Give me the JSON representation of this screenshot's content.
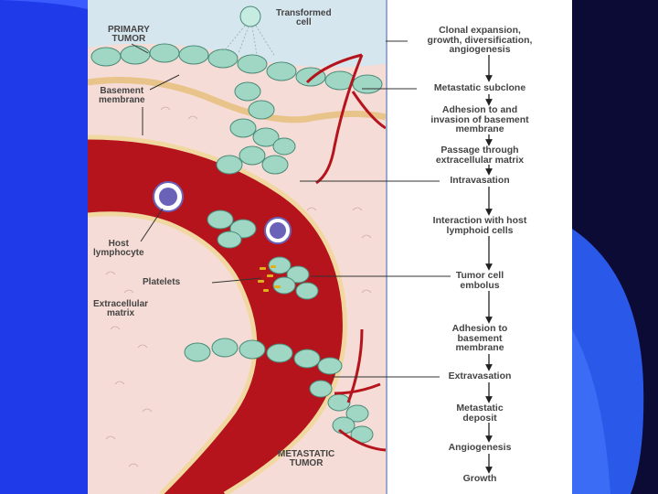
{
  "labels": {
    "primary_tumor": [
      "PRIMARY",
      "TUMOR"
    ],
    "transformed_cell": [
      "Transformed",
      "cell"
    ],
    "basement_membrane": [
      "Basement",
      "membrane"
    ],
    "host_lymphocyte": [
      "Host",
      "lymphocyte"
    ],
    "platelets": "Platelets",
    "extracellular_matrix": [
      "Extracellular",
      "matrix"
    ],
    "metastatic_tumor": [
      "METASTATIC",
      "TUMOR"
    ]
  },
  "steps": [
    [
      "Clonal expansion,",
      "growth, diversification,",
      "angiogenesis"
    ],
    [
      "Metastatic subclone"
    ],
    [
      "Adhesion to and",
      "invasion of basement",
      "membrane"
    ],
    [
      "Passage through",
      "extracellular matrix"
    ],
    [
      "Intravasation"
    ],
    [
      "Interaction with host",
      "lymphoid cells"
    ],
    [
      "Tumor cell",
      "embolus"
    ],
    [
      "Adhesion to",
      "basement",
      "membrane"
    ],
    [
      "Extravasation"
    ],
    [
      "Metastatic",
      "deposit"
    ],
    [
      "Angiogenesis"
    ],
    [
      "Growth"
    ]
  ],
  "colors": {
    "slide_blue": "#1f3ae8",
    "slide_dark": "#0d0d3a",
    "tissue_pink": "#f6dcd6",
    "vessel_red": "#b5141c",
    "tumor_cell": "#9fd6c4",
    "membrane_tan": "#f1d7a0",
    "lymphocyte": "#6a62b8",
    "platelet": "#e0b11c"
  }
}
